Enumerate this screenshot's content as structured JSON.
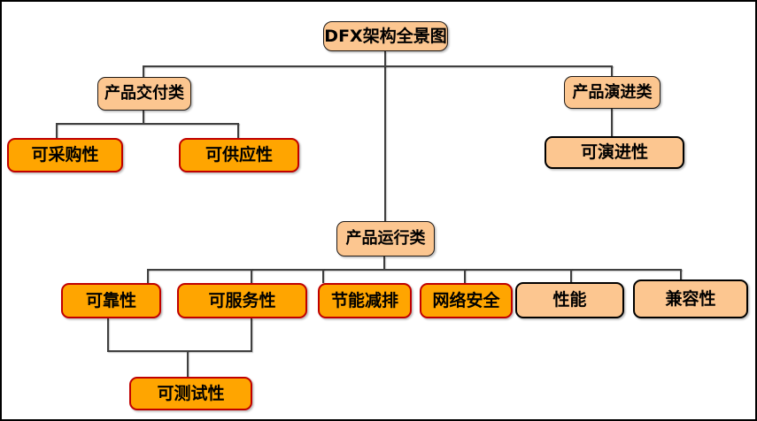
{
  "diagram": {
    "title": "DFX架构全景图",
    "nodes": {
      "root": {
        "label": "DFX架构全景图",
        "level": "root"
      },
      "deliver": {
        "label": "产品交付类",
        "level": "category"
      },
      "evolve": {
        "label": "产品演进类",
        "level": "category"
      },
      "run": {
        "label": "产品运行类",
        "level": "category"
      },
      "procurable": {
        "label": "可采购性",
        "level": "leaf-highlight"
      },
      "suppliable": {
        "label": "可供应性",
        "level": "leaf-highlight"
      },
      "evolvable": {
        "label": "可演进性",
        "level": "leaf-neutral"
      },
      "reliability": {
        "label": "可靠性",
        "level": "leaf-highlight"
      },
      "serviceability": {
        "label": "可服务性",
        "level": "leaf-highlight"
      },
      "energy": {
        "label": "节能减排",
        "level": "leaf-highlight"
      },
      "security": {
        "label": "网络安全",
        "level": "leaf-highlight"
      },
      "performance": {
        "label": "性能",
        "level": "leaf-neutral"
      },
      "compatibility": {
        "label": "兼容性",
        "level": "leaf-neutral"
      },
      "testability": {
        "label": "可测试性",
        "level": "leaf-highlight"
      }
    },
    "colors": {
      "category_fill": "#FCC690",
      "category_border": "#1F1A17",
      "highlight_fill": "#FFA500",
      "highlight_border": "#C00000",
      "neutral_fill": "#FCC690",
      "neutral_border": "#000000",
      "line": "#404040"
    }
  }
}
